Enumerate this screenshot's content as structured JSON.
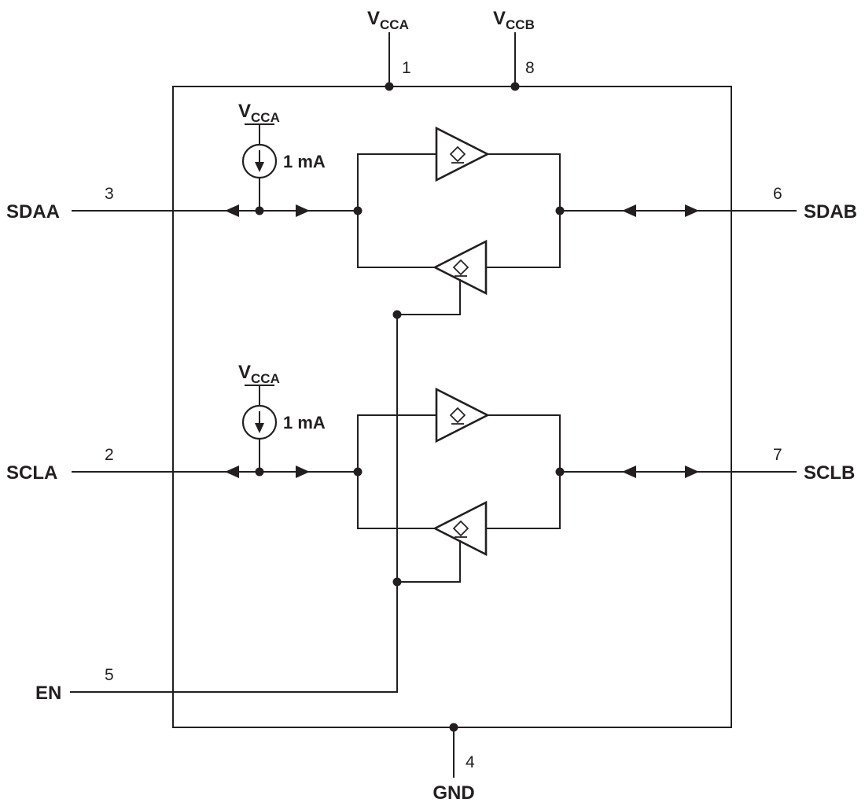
{
  "colors": {
    "line": "#231f20",
    "background": "#ffffff"
  },
  "top_pins": {
    "vcca": {
      "base": "V",
      "sub": "CCA",
      "number": "1"
    },
    "vccb": {
      "base": "V",
      "sub": "CCB",
      "number": "8"
    }
  },
  "left_pins": {
    "sdaa": {
      "label": "SDAA",
      "number": "3"
    },
    "scla": {
      "label": "SCLA",
      "number": "2"
    },
    "en": {
      "label": "EN",
      "number": "5"
    }
  },
  "right_pins": {
    "sdab": {
      "label": "SDAB",
      "number": "6"
    },
    "sclb": {
      "label": "SCLB",
      "number": "7"
    }
  },
  "bottom_pins": {
    "gnd": {
      "label": "GND",
      "number": "4"
    }
  },
  "current_sources": {
    "sda": {
      "supply_base": "V",
      "supply_sub": "CCA",
      "value": "1 mA"
    },
    "scl": {
      "supply_base": "V",
      "supply_sub": "CCA",
      "value": "1 mA"
    }
  }
}
